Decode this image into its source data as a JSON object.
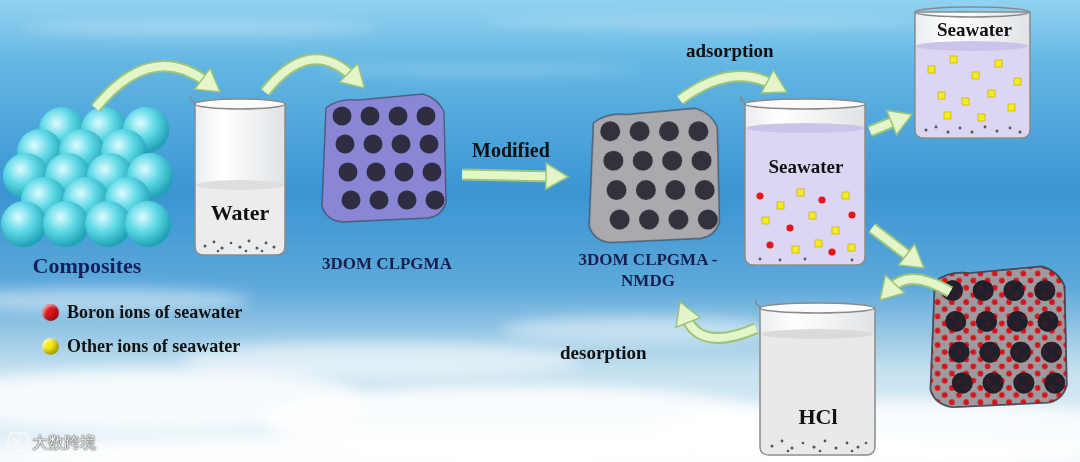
{
  "diagram": {
    "nodes": [
      {
        "text": [
          "Composites"
        ]
      },
      {
        "text": [
          "Water"
        ]
      },
      {
        "text": [
          "3DOM CLPGMA"
        ]
      },
      {
        "text": [
          "3DOM CLPGMA -NMDG"
        ]
      },
      {
        "text": [
          "Seawater"
        ]
      },
      {
        "text": [
          "Seawater"
        ]
      },
      {
        "text": [
          "HCl"
        ]
      }
    ],
    "edges": [
      {
        "from": 0,
        "to": 1,
        "arrow": "to"
      },
      {
        "from": 1,
        "to": 2,
        "arrow": "to"
      },
      {
        "from": 2,
        "to": 3,
        "label": "Modified",
        "arrow": "to"
      },
      {
        "from": 3,
        "to": 4,
        "label": "adsorption",
        "arrow": "to"
      },
      {
        "from": 4,
        "to": 5,
        "arrow": "to"
      },
      {
        "from": 6,
        "to": 3,
        "label": "desorption",
        "arrow": "to"
      }
    ],
    "labels": [
      "大数跨境"
    ],
    "legend": [
      {
        "text": "Boron ions of seawater",
        "color": "#e3171b"
      },
      {
        "text": "Other ions of seawater",
        "color": "#f7ec1a"
      }
    ]
  }
}
